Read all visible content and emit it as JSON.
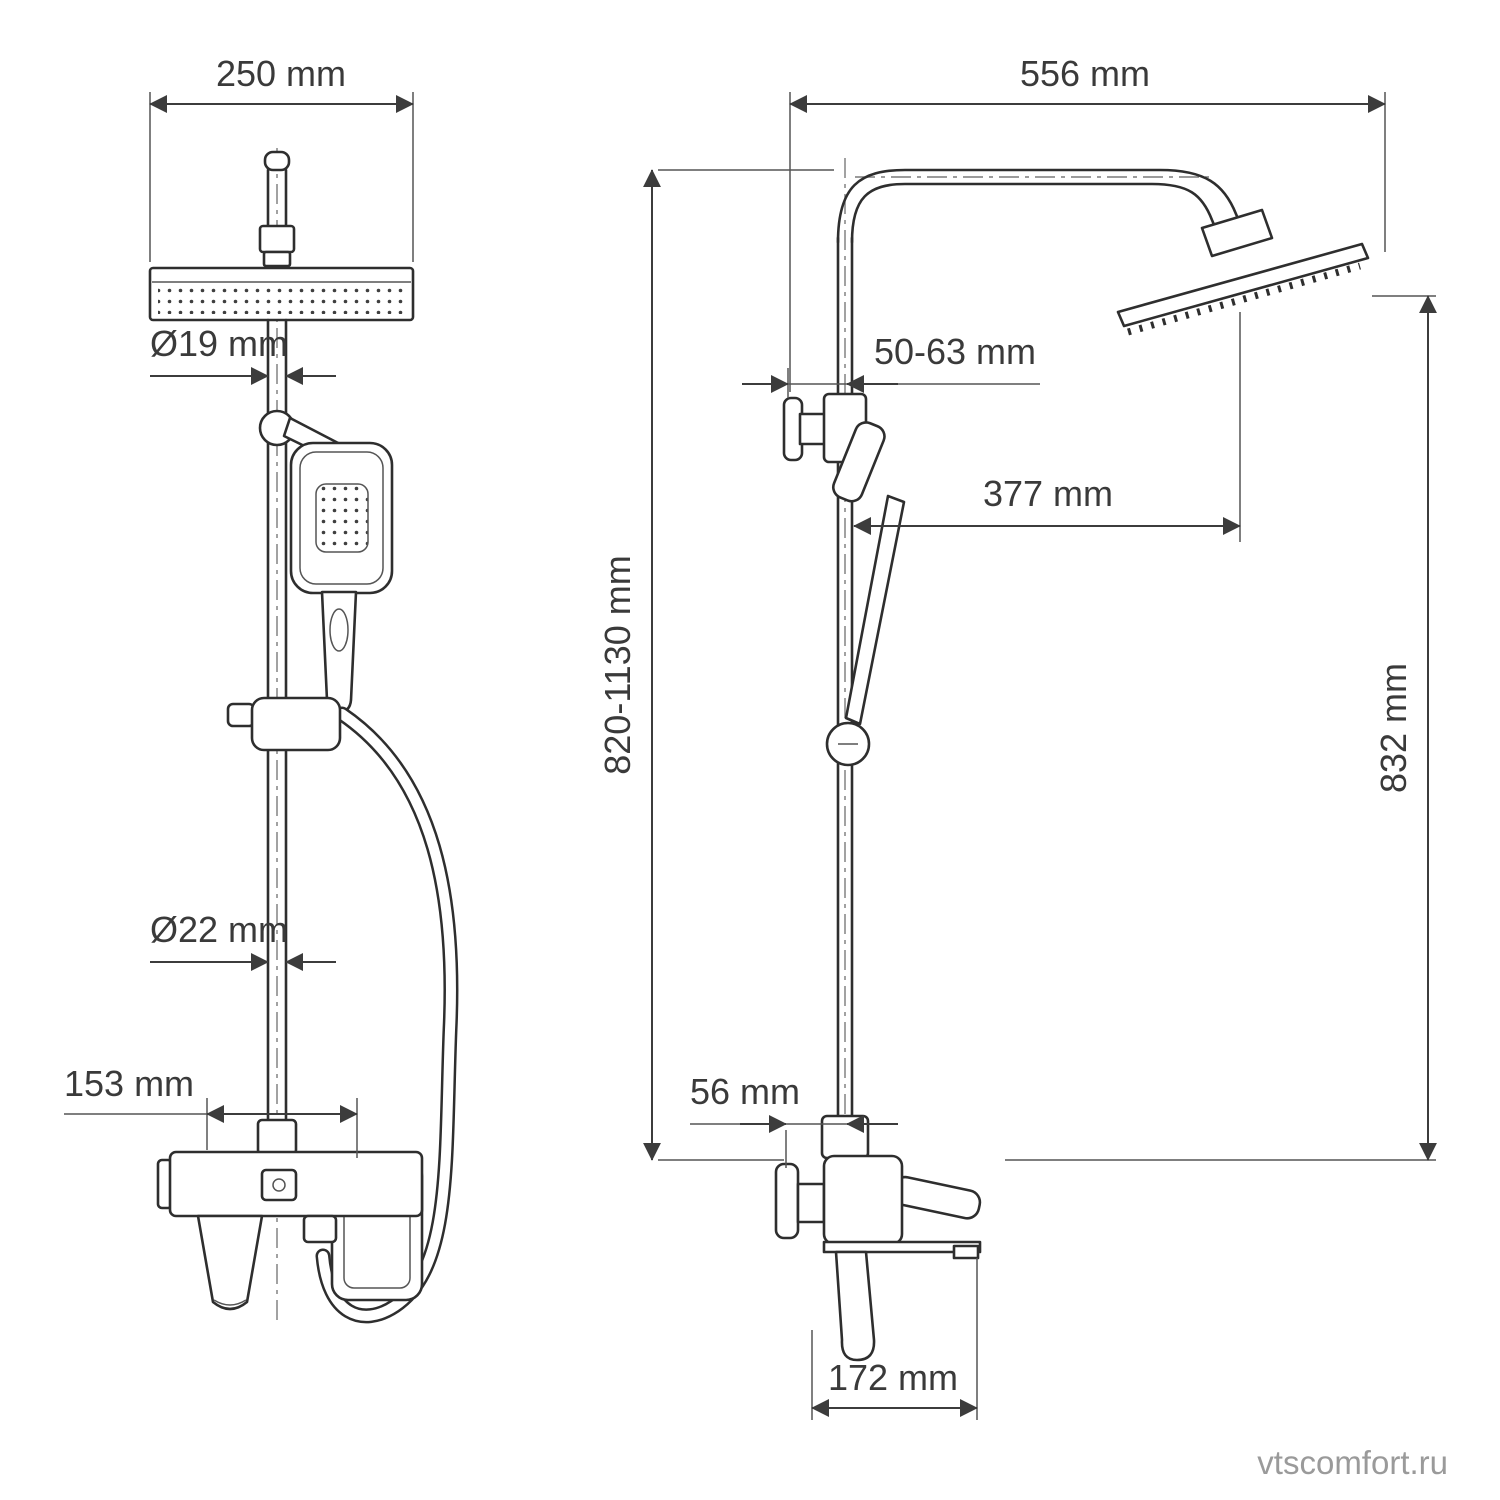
{
  "drawing": {
    "watermark": "vtscomfort.ru",
    "front_view": {
      "head_width": "250 mm",
      "upper_pipe_diameter": "Ø19 mm",
      "lower_pipe_diameter": "Ø22 mm",
      "mixer_width": "153 mm"
    },
    "side_view": {
      "arm_reach": "556 mm",
      "bracket_offset": "50-63 mm",
      "head_offset": "377 mm",
      "column_height": "820-1130 mm",
      "head_to_bottom": "832 mm",
      "lower_wall_offset": "56 mm",
      "spout_reach": "172 mm"
    }
  }
}
